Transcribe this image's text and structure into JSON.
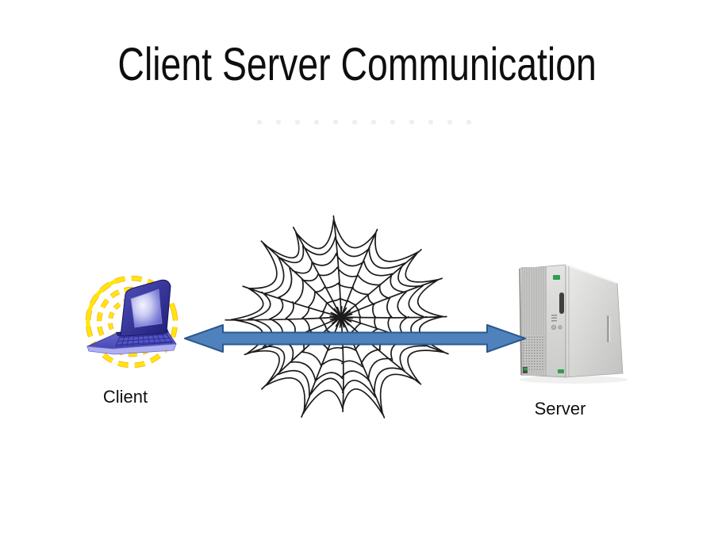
{
  "slide": {
    "title": "Client Server Communication",
    "client_label": "Client",
    "server_label": "Server"
  },
  "icons": [
    {
      "name": "client-laptop-icon",
      "description": "purple laptop clipart with yellow dashed swirls"
    },
    {
      "name": "spider-web-icon",
      "description": "black line-art spider web representing the internet"
    },
    {
      "name": "double-arrow-icon",
      "description": "blue double-headed horizontal arrow"
    },
    {
      "name": "server-tower-icon",
      "description": "gray server tower clipart with green badges"
    }
  ],
  "colors": {
    "background": "#ffffff",
    "title_text": "#0e0e0e",
    "label_text": "#101010",
    "arrow_fill": "#4f81bd",
    "arrow_border": "#2c588c",
    "web_stroke": "#1b1b1b",
    "swirl_yellow": "#ffe60a",
    "laptop_purple": "#3c3cae",
    "server_gray": "#d6d6d4",
    "badge_green": "#2f9e50",
    "dotted_line": "#efefef"
  }
}
